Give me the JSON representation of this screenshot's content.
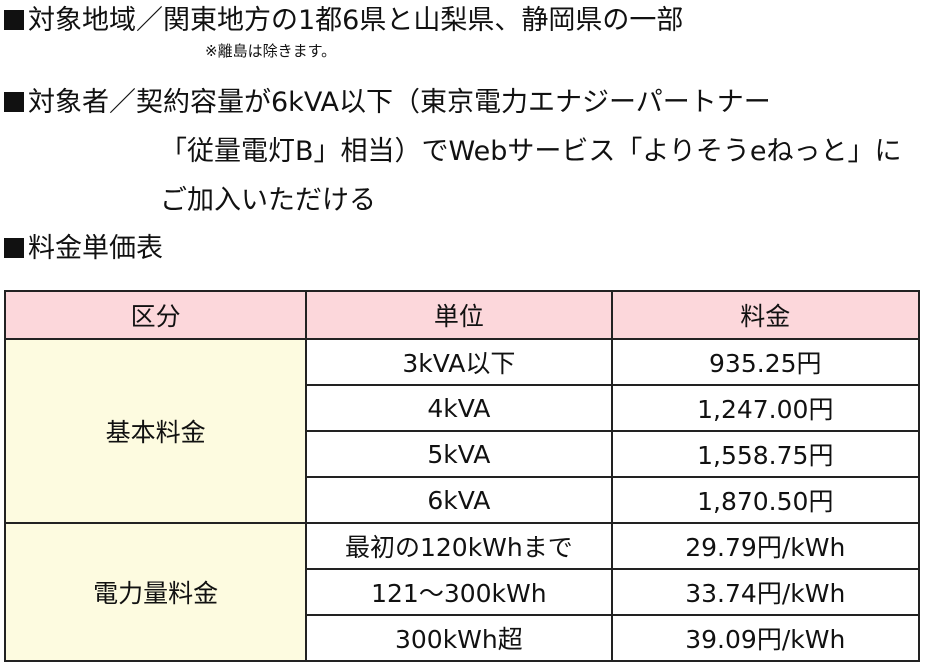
{
  "area": {
    "marker": "■",
    "text": "対象地域／関東地方の1都6県と山梨県、静岡県の一部",
    "note": "※離島は除きます。"
  },
  "eligibility": {
    "marker": "■",
    "line1": "対象者／契約容量が6kVA以下（東京電力エナジーパートナー",
    "line2": "「従量電灯B」相当）でWebサービス「よりそうeねっと」に",
    "line3": "ご加入いただける"
  },
  "table_title": {
    "marker": "■",
    "text": "料金単価表"
  },
  "table": {
    "headers": [
      "区分",
      "単位",
      "料金"
    ],
    "basic": {
      "category": "基本料金",
      "rows": [
        {
          "unit": "3kVA以下",
          "price": "935.25円"
        },
        {
          "unit": "4kVA",
          "price": "1,247.00円"
        },
        {
          "unit": "5kVA",
          "price": "1,558.75円"
        },
        {
          "unit": "6kVA",
          "price": "1,870.50円"
        }
      ]
    },
    "energy": {
      "category": "電力量料金",
      "rows": [
        {
          "unit": "最初の120kWhまで",
          "price": "29.79円/kWh"
        },
        {
          "unit": "121～300kWh",
          "price": "33.74円/kWh"
        },
        {
          "unit": "300kWh超",
          "price": "39.09円/kWh"
        }
      ]
    }
  },
  "colors": {
    "header_bg": "#fcd7db",
    "category_bg": "#fdfbe0",
    "text": "#111111"
  }
}
